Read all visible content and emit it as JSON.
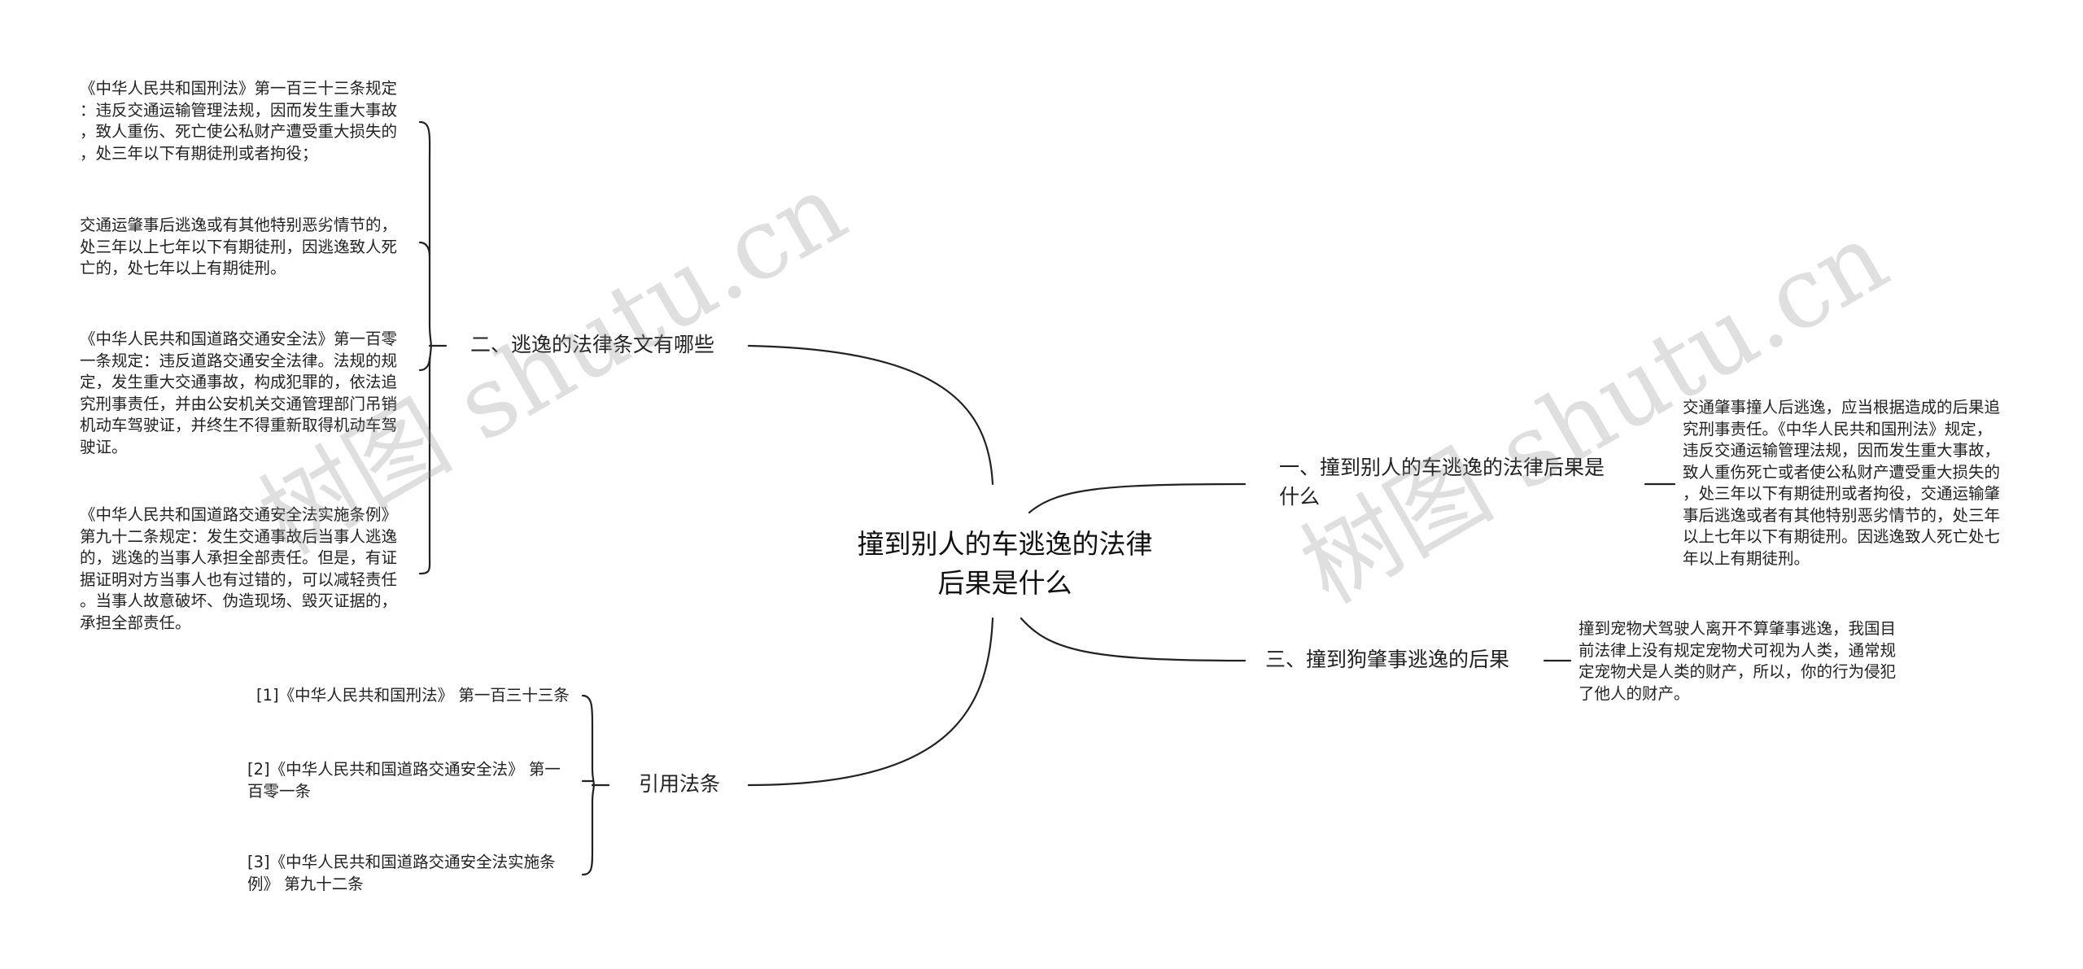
{
  "central": {
    "lines": [
      "撞到别人的车逃逸的法律",
      "后果是什么"
    ]
  },
  "branches": {
    "law": {
      "label": "二、逃逸的法律条文有哪些"
    },
    "citation": {
      "label": "引用法条"
    },
    "consequence": {
      "label": "一、撞到别人的车逃逸的法律后果是什么"
    },
    "dog": {
      "label": "三、撞到狗肇事逃逸的后果"
    }
  },
  "leaves": {
    "law_1": [
      "《中华人民共和国刑法》第一百三十三条规定",
      "：违反交通运输管理法规，因而发生重大事故",
      "，致人重伤、死亡使公私财产遭受重大损失的",
      "，处三年以下有期徒刑或者拘役；"
    ],
    "law_2": [
      "交通运肇事后逃逸或有其他特别恶劣情节的，",
      "处三年以上七年以下有期徒刑，因逃逸致人死",
      "亡的，处七年以上有期徒刑。"
    ],
    "law_3": [
      "《中华人民共和国道路交通安全法》第一百零",
      "一条规定：违反道路交通安全法律。法规的规",
      "定，发生重大交通事故，构成犯罪的，依法追",
      "究刑事责任，并由公安机关交通管理部门吊销",
      "机动车驾驶证，并终生不得重新取得机动车驾",
      "驶证。"
    ],
    "law_4": [
      "《中华人民共和国道路交通安全法实施条例》",
      "第九十二条规定：发生交通事故后当事人逃逸",
      "的，逃逸的当事人承担全部责任。但是，有证",
      "据证明对方当事人也有过错的，可以减轻责任",
      "。当事人故意破坏、伪造现场、毁灭证据的，",
      "承担全部责任。"
    ],
    "cite_1": [
      "[1]《中华人民共和国刑法》 第一百三十三条"
    ],
    "cite_2": [
      "[2]《中华人民共和国道路交通安全法》 第一",
      "百零一条"
    ],
    "cite_3": [
      "[3]《中华人民共和国道路交通安全法实施条",
      "例》 第九十二条"
    ],
    "consequence_1": [
      "交通肇事撞人后逃逸，应当根据造成的后果追",
      "究刑事责任。《中华人民共和国刑法》规定，",
      "违反交通运输管理法规，因而发生重大事故，",
      "致人重伤死亡或者使公私财产遭受重大损失的",
      "，处三年以下有期徒刑或者拘役，交通运输肇",
      "事后逃逸或者有其他特别恶劣情节的，处三年",
      "以上七年以下有期徒刑。因逃逸致人死亡处七",
      "年以上有期徒刑。"
    ],
    "dog_1": [
      "撞到宠物犬驾驶人离开不算肇事逃逸，我国目",
      "前法律上没有规定宠物犬可视为人类，通常规",
      "定宠物犬是人类的财产，所以，你的行为侵犯",
      "了他人的财产。"
    ]
  },
  "watermarks": [
    "树图 shutu.cn",
    "树图 shutu.cn"
  ],
  "colors": {
    "line": "#222222",
    "text": "#222222",
    "watermark": "#969696"
  }
}
